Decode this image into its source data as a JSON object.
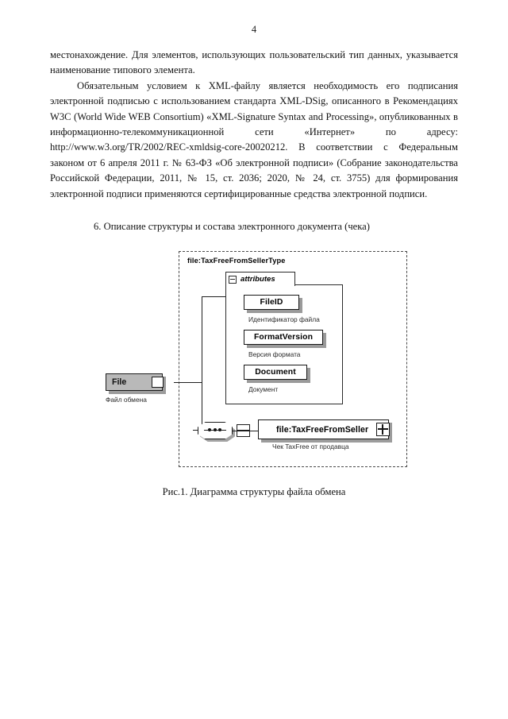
{
  "page": {
    "number": "4"
  },
  "body": {
    "paragraphs": [
      "местонахождение. Для элементов, использующих пользовательский тип данных, указывается наименование типового элемента.",
      "Обязательным условием к XML-файлу является необходимость его подписания электронной подписью с использованием стандарта XML-DSig, описанного в Рекомендациях W3C (World Wide WEB Consortium) «XML-Signature Syntax and Processing», опубликованных в информационно-телекоммуникационной сети «Интернет» по адресу: http://www.w3.org/TR/2002/REC-xmldsig-core-20020212. В соответствии с Федеральным законом от 6 апреля 2011 г. № 63-ФЗ «Об электронной подписи» (Собрание законодательства Российской Федерации, 2011, № 15, ст. 2036; 2020, № 24, ст. 3755) для формирования электронной подписи применяются сертифицированные средства электронной подписи."
    ],
    "section_heading": "6. Описание структуры и состава электронного документа (чека)"
  },
  "figure": {
    "caption": "Рис.1. Диаграмма структуры файла обмена",
    "type_title": "file:TaxFreeFromSellerType",
    "attributes_group": {
      "label": "attributes",
      "collapse_icon": "minus-icon",
      "items": [
        {
          "name": "FileID",
          "caption": "Идентификатор файла"
        },
        {
          "name": "FormatVersion",
          "caption": "Версия формата"
        },
        {
          "name": "Document",
          "caption": "Документ"
        }
      ]
    },
    "root_element": {
      "name": "File",
      "caption": "Файл обмена",
      "expand_icon": "expand-stub-icon"
    },
    "compositor": {
      "kind": "sequence-icon"
    },
    "child_element": {
      "name": "file:TaxFreeFromSeller",
      "caption": "Чек TaxFree от продавца",
      "expand_icon": "plus-icon"
    }
  },
  "colors": {
    "paper": "#ffffff",
    "ink": "#121212",
    "node_fill": "#ffffff",
    "root_node_fill": "#b9b9b9",
    "shadow": "#9c9c9c",
    "dashed_border": "#4a4a4a"
  }
}
